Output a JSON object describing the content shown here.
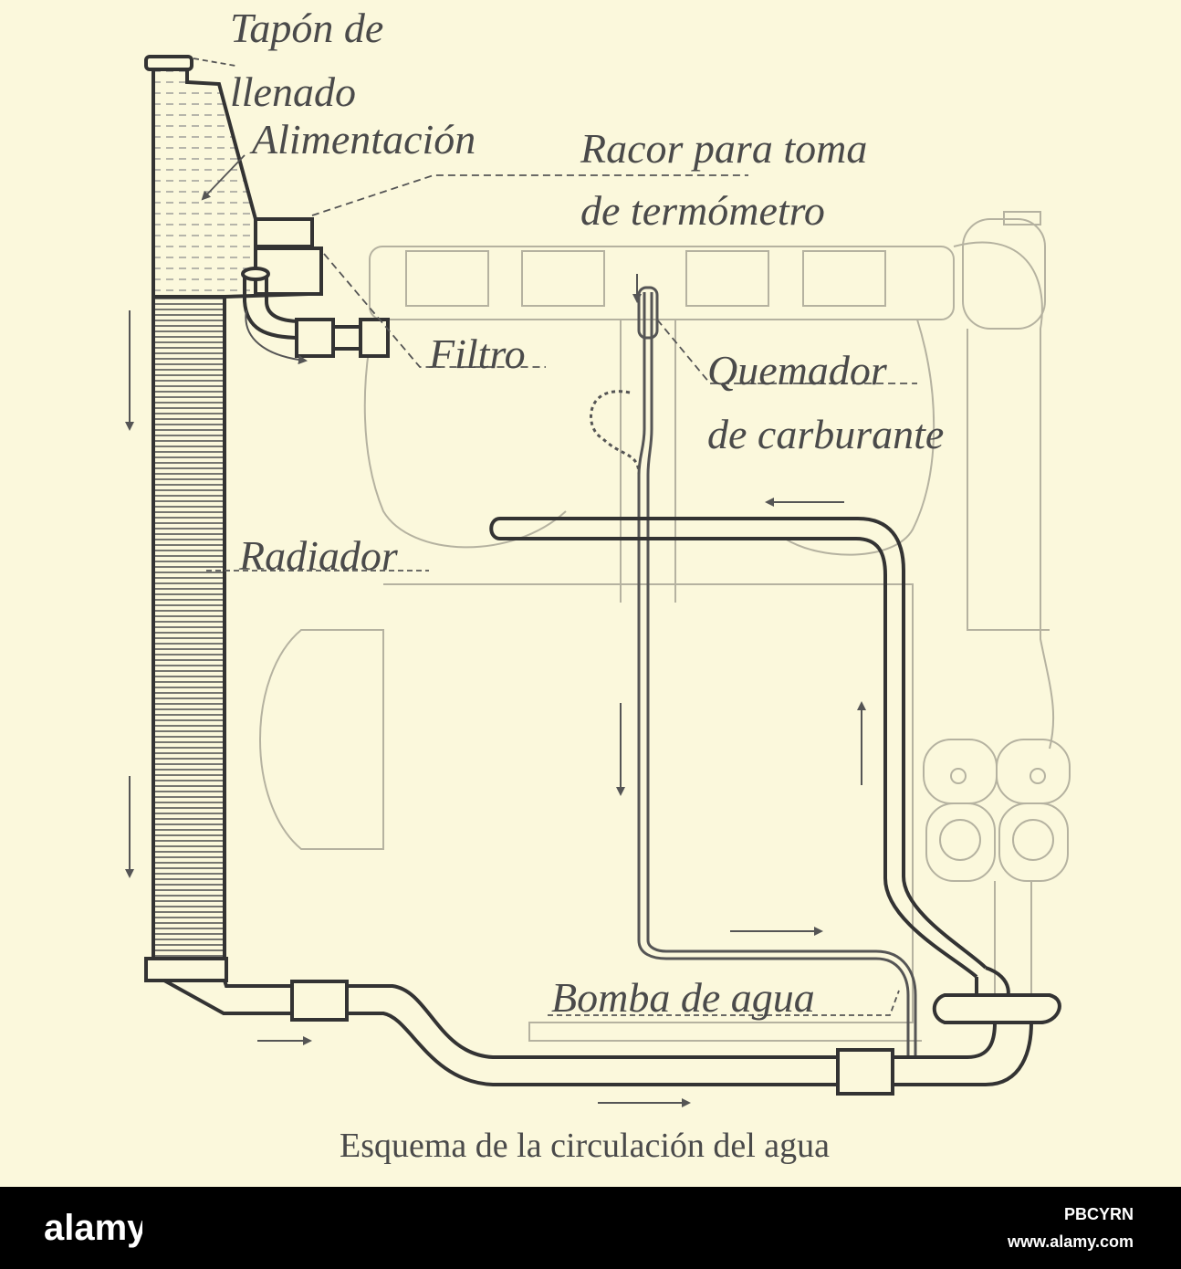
{
  "labels": {
    "tapon_line1": "Tapón de",
    "tapon_line2": "llenado",
    "alimentacion": "Alimentación",
    "racor_line1": "Racor para toma",
    "racor_line2": "de termómetro",
    "filtro": "Filtro",
    "quemador_line1": "Quemador",
    "quemador_line2": "de carburante",
    "radiador": "Radiador",
    "bomba": "Bomba de agua"
  },
  "caption": "Esquema de la circulación del agua",
  "watermark": {
    "logo_text": "alamy",
    "image_id": "PBCYRN",
    "url": "www.alamy.com"
  },
  "colors": {
    "paper": "#fbf8dc",
    "ink": "#3a3a3a",
    "faint_ink": "#b5b2a0",
    "footer": "#000000"
  }
}
